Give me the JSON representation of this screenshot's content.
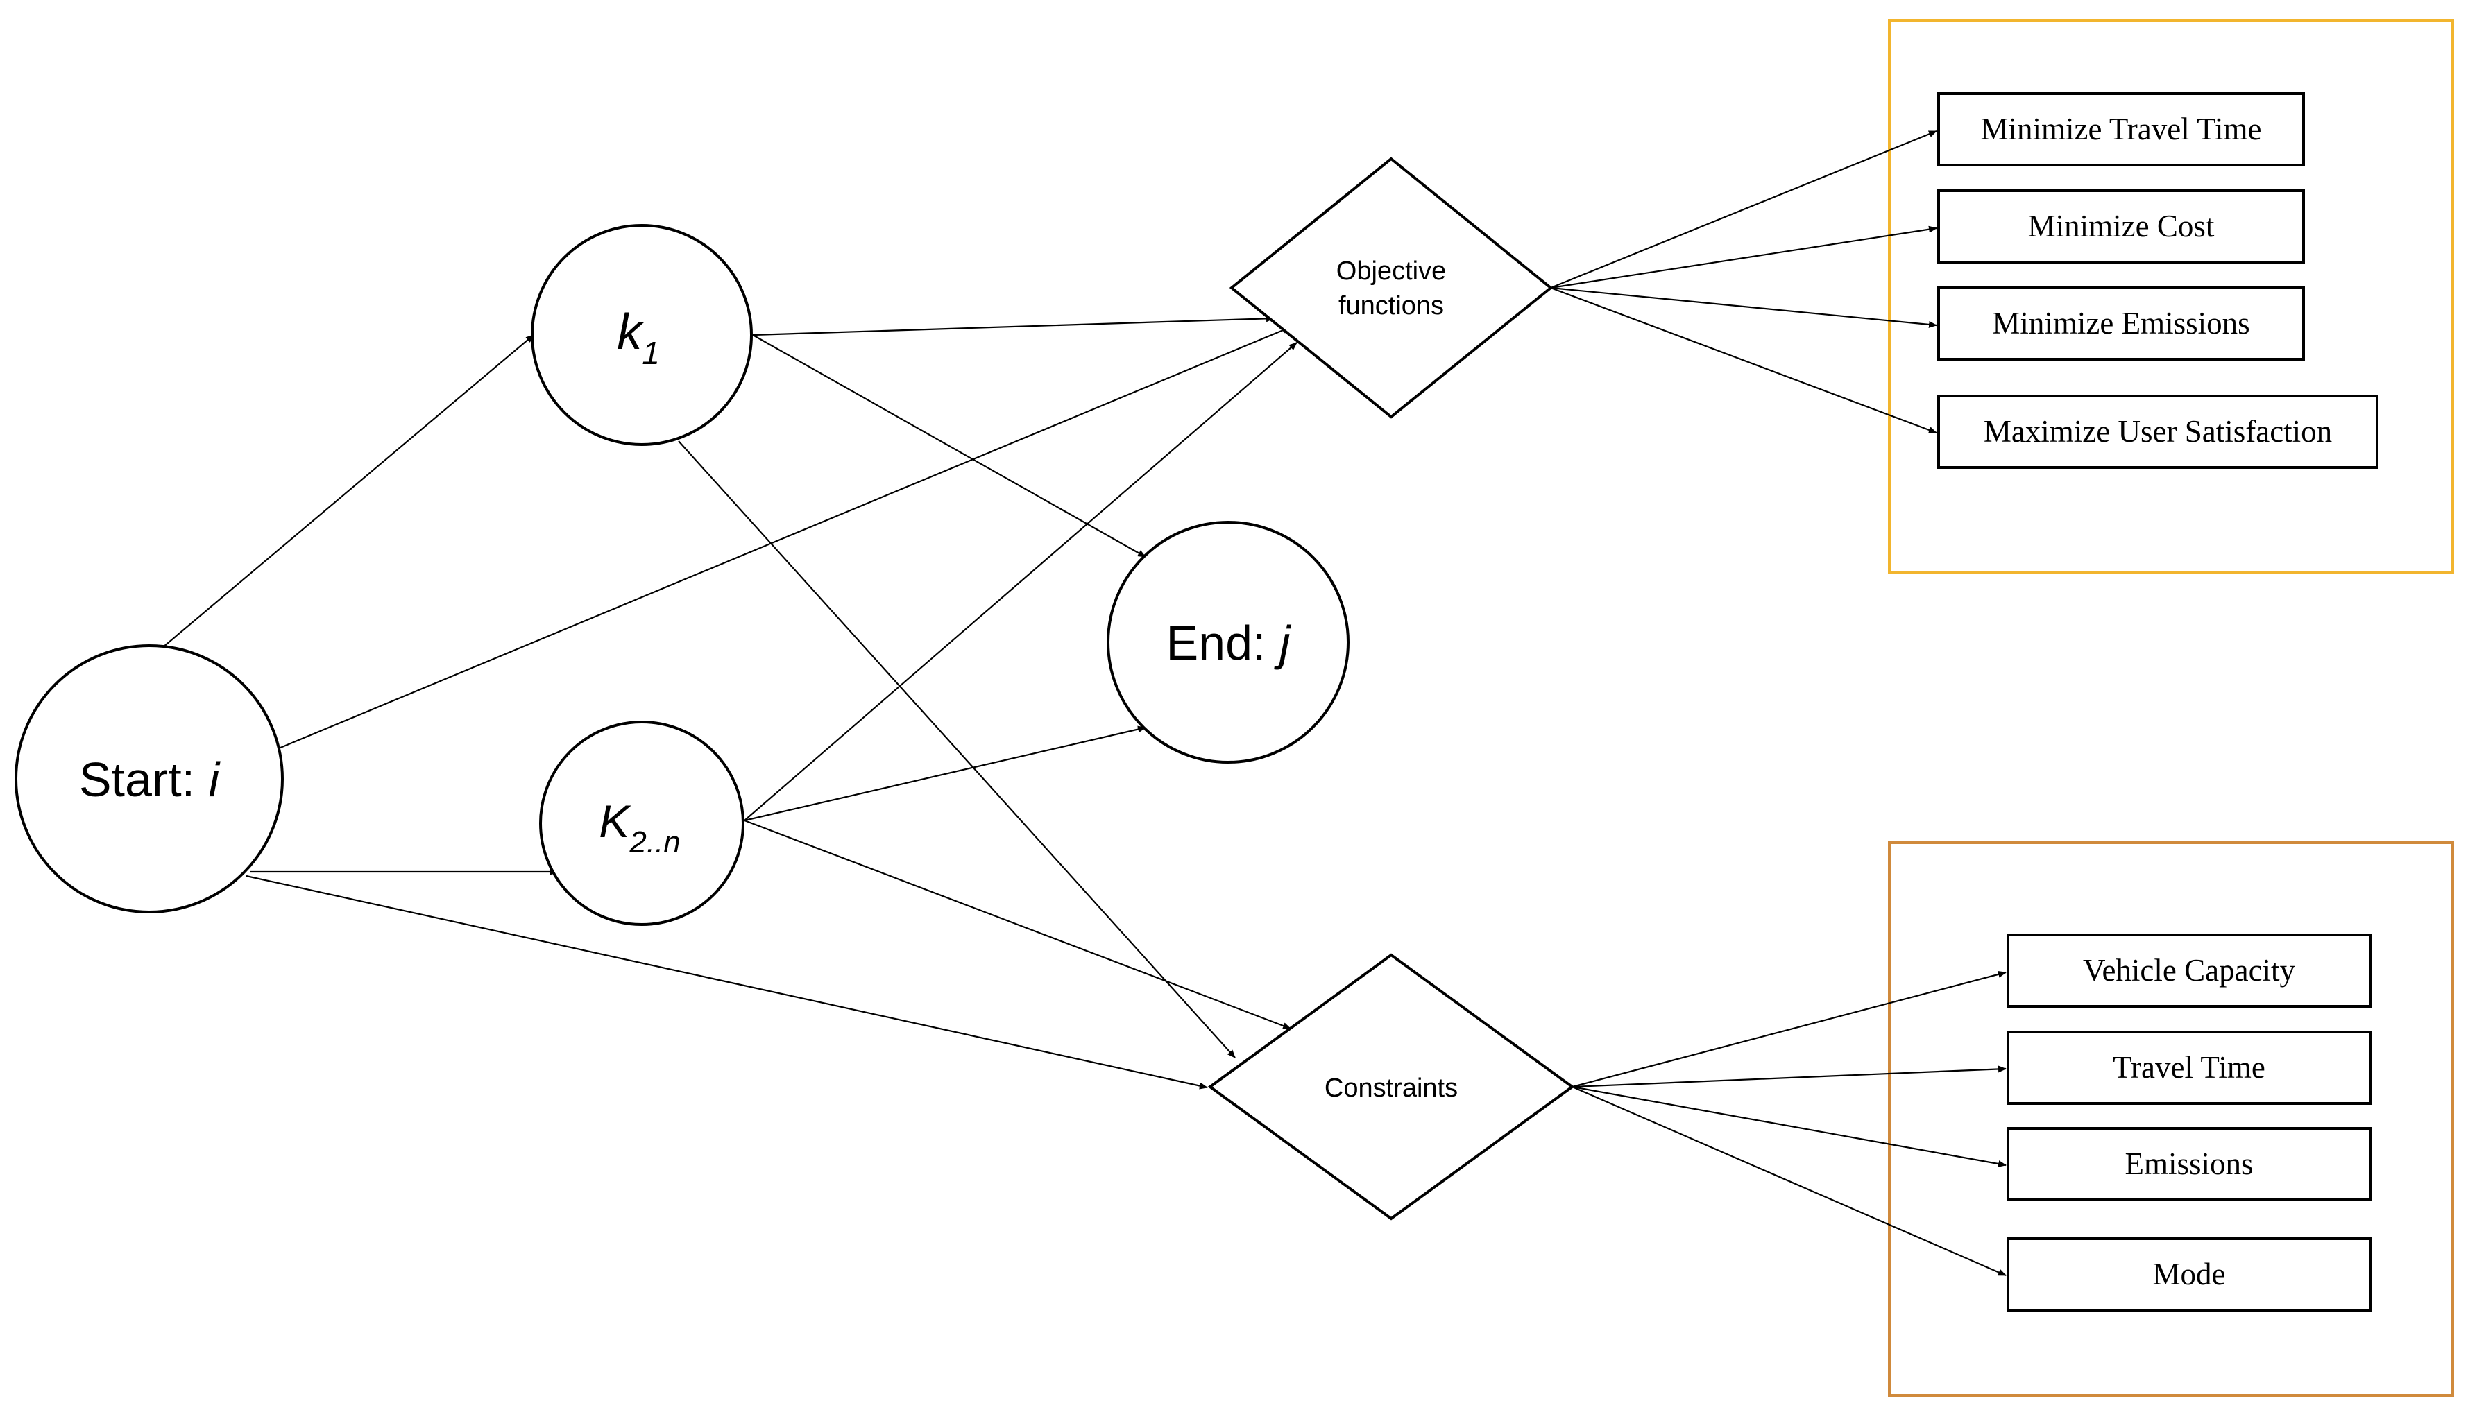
{
  "nodes": {
    "start": {
      "label": "Start: ",
      "var": "i"
    },
    "k1": {
      "var": "k",
      "sub": "1"
    },
    "k2n": {
      "var": "K",
      "sub": "2..n"
    },
    "end": {
      "label": "End: ",
      "var": "j"
    }
  },
  "objective": {
    "label_line1": "Objective",
    "label_line2": "functions",
    "group_color": "#F2B52E",
    "items": [
      "Minimize Travel Time",
      "Minimize Cost",
      "Minimize Emissions",
      "Maximize User Satisfaction"
    ]
  },
  "constraints": {
    "label": "Constraints",
    "group_color": "#D08A3C",
    "items": [
      "Vehicle Capacity",
      "Travel Time",
      "Emissions",
      "Mode"
    ]
  }
}
